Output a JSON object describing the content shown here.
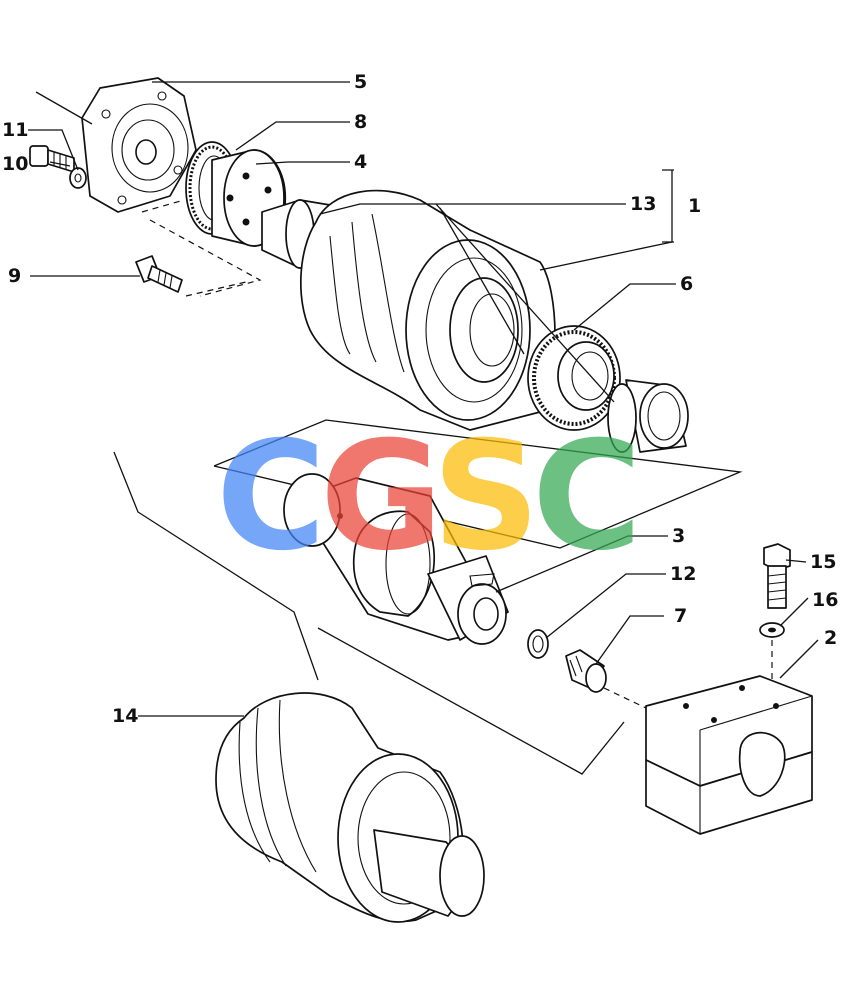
{
  "diagram": {
    "callouts": [
      {
        "id": "c5",
        "label": "5"
      },
      {
        "id": "c8",
        "label": "8"
      },
      {
        "id": "c4",
        "label": "4"
      },
      {
        "id": "c11",
        "label": "11"
      },
      {
        "id": "c10",
        "label": "10"
      },
      {
        "id": "c13",
        "label": "13"
      },
      {
        "id": "c1",
        "label": "1"
      },
      {
        "id": "c9",
        "label": "9"
      },
      {
        "id": "c6",
        "label": "6"
      },
      {
        "id": "c3",
        "label": "3"
      },
      {
        "id": "c12",
        "label": "12"
      },
      {
        "id": "c7",
        "label": "7"
      },
      {
        "id": "c15",
        "label": "15"
      },
      {
        "id": "c16",
        "label": "16"
      },
      {
        "id": "c2",
        "label": "2"
      },
      {
        "id": "c14",
        "label": "14"
      }
    ],
    "watermark": {
      "letters": [
        "C",
        "G",
        "S",
        "C"
      ],
      "colors": [
        "#4285F4",
        "#EA4335",
        "#FBBC05",
        "#34A853"
      ]
    }
  }
}
